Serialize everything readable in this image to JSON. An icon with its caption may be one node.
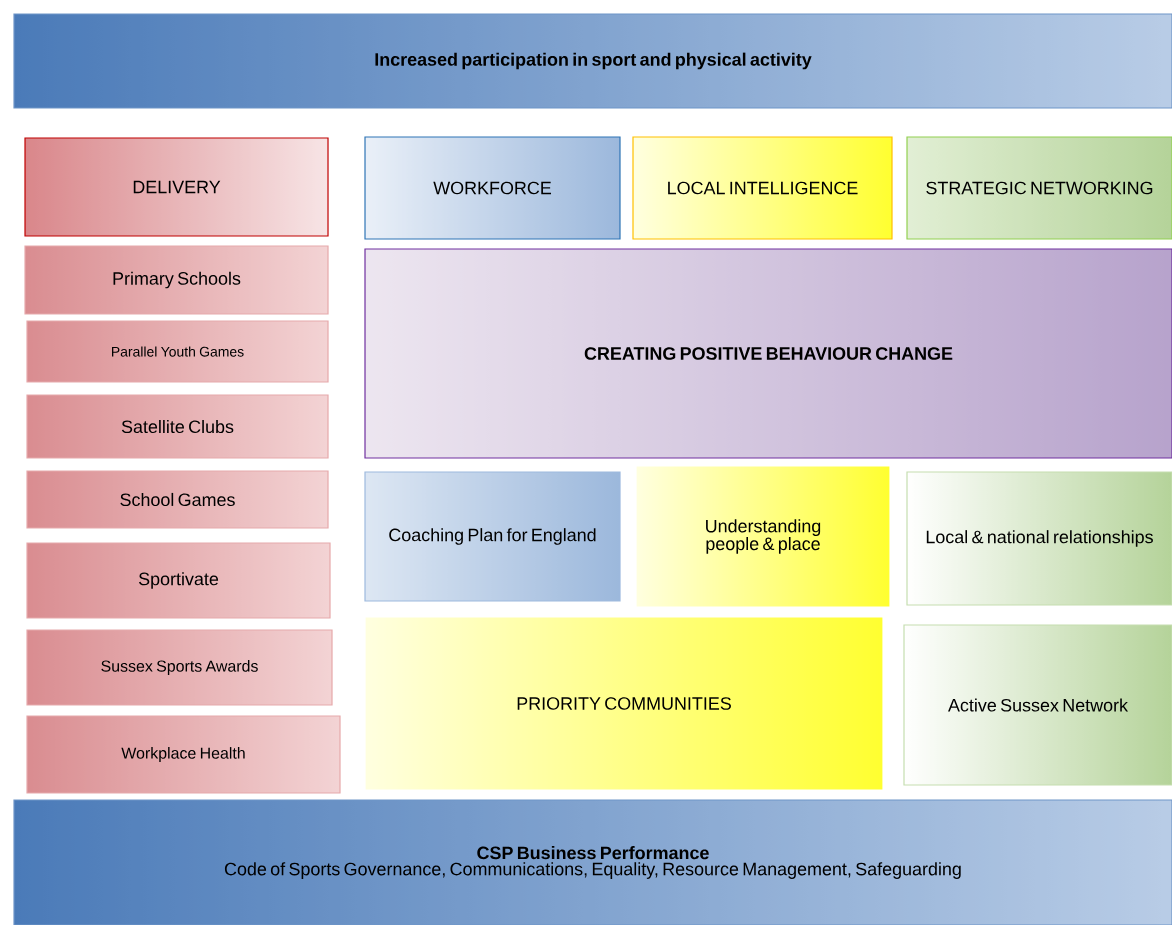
{
  "diagram": {
    "nodes": [
      {
        "text": [
          "Increased participation in sport and physical activity"
        ]
      },
      {
        "text": [
          "DELIVERY"
        ]
      },
      {
        "text": [
          "Primary Schools"
        ]
      },
      {
        "text": [
          "Parallel Youth Games"
        ]
      },
      {
        "text": [
          "Satellite Clubs"
        ]
      },
      {
        "text": [
          "School Games"
        ]
      },
      {
        "text": [
          "Sportivate"
        ]
      },
      {
        "text": [
          "Sussex Sports Awards"
        ]
      },
      {
        "text": [
          "Workplace Health"
        ]
      },
      {
        "text": [
          "WORKFORCE"
        ]
      },
      {
        "text": [
          "LOCAL INTELLIGENCE"
        ]
      },
      {
        "text": [
          "STRATEGIC NETWORKING"
        ]
      },
      {
        "text": [
          "CREATING POSITIVE BEHAVIOUR CHANGE"
        ]
      },
      {
        "text": [
          "Coaching Plan for England"
        ]
      },
      {
        "text": [
          "Understanding people & place"
        ]
      },
      {
        "text": [
          "Local & national relationships"
        ]
      },
      {
        "text": [
          "PRIORITY COMMUNITIES"
        ]
      },
      {
        "text": [
          "Active Sussex Network"
        ]
      },
      {
        "text": [
          "CSP Business Performance",
          "Code of Sports Governance, Communications, Equality, Resource Management, Safeguarding"
        ]
      }
    ]
  }
}
